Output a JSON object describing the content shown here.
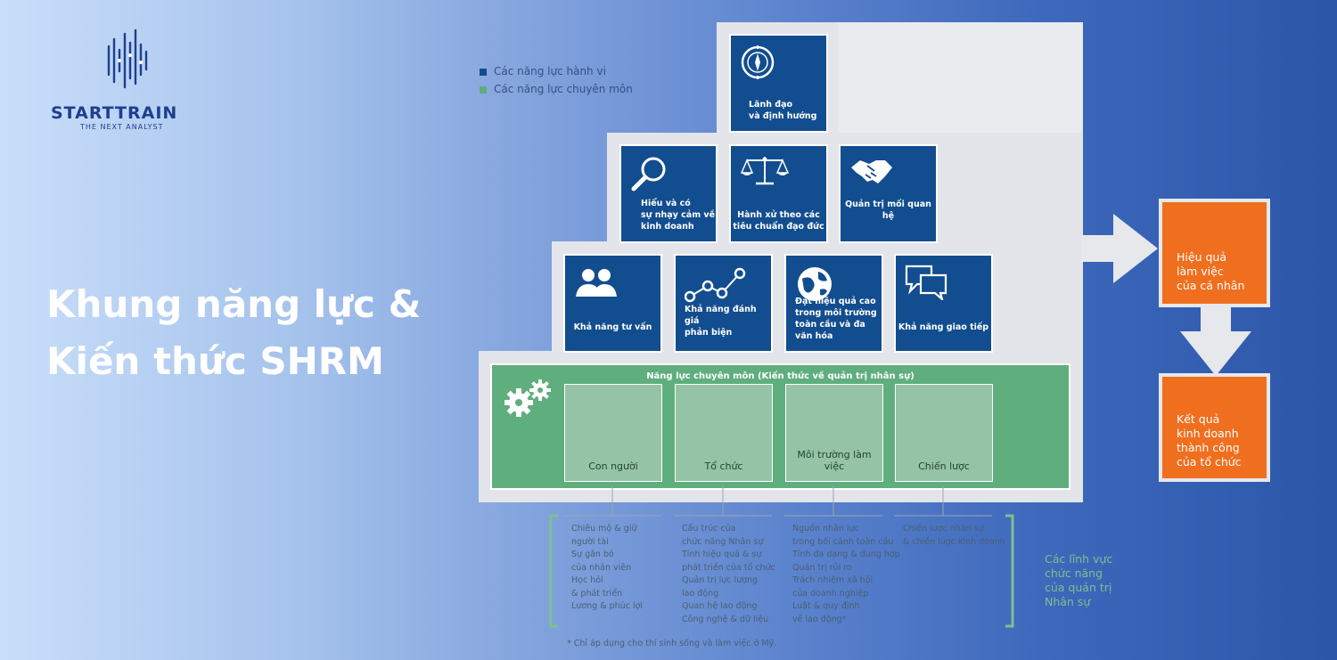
{
  "brand": {
    "name": "STARTTRAIN",
    "tagline": "THE NEXT ANALYST"
  },
  "title": {
    "line1": "Khung năng lực &",
    "line2": "Kiến thức SHRM"
  },
  "legend": [
    {
      "label": "Các năng lực hành vi",
      "color": "#124d8f"
    },
    {
      "label": "Các năng lực chuyên môn",
      "color": "#5fae7e"
    }
  ],
  "behavioral": {
    "top": {
      "label_lines": [
        "Lãnh đạo",
        "và định hướng"
      ],
      "icon": "compass-icon"
    },
    "middle": [
      {
        "label_lines": [
          "Hiểu và có",
          "sự nhạy cảm về",
          "kinh doanh"
        ],
        "icon": "magnifier-icon"
      },
      {
        "label_lines": [
          "Hành xử theo các",
          "tiêu chuẩn đạo đức"
        ],
        "icon": "scales-icon"
      },
      {
        "label_lines": [
          "Quản trị mối quan hệ"
        ],
        "icon": "handshake-icon"
      }
    ],
    "bottom": [
      {
        "label_lines": [
          "Khả năng tư vấn"
        ],
        "icon": "people-icon"
      },
      {
        "label_lines": [
          "Khả năng đánh giá",
          "phản biện"
        ],
        "icon": "network-icon"
      },
      {
        "label_lines": [
          "Đạt hiệu quả cao",
          "trong môi trường",
          "toàn cầu và đa văn hóa"
        ],
        "icon": "globe-icon"
      },
      {
        "label_lines": [
          "Khả năng giao tiếp"
        ],
        "icon": "chat-icon"
      }
    ]
  },
  "technical": {
    "title": "Năng lực chuyên môn (Kiến thức về quản trị nhân sự)",
    "icon": "gears-icon",
    "domains": [
      {
        "label": "Con người",
        "items": [
          "Chiêu mộ & giữ",
          "người tài",
          "Sự gắn bó",
          "của nhân viên",
          "Học hỏi",
          "& phát triển",
          "Lương & phúc lợi"
        ]
      },
      {
        "label": "Tổ chức",
        "items": [
          "Cấu trúc của",
          "chức năng Nhân sự",
          "Tính hiệu quả & sự",
          "phát triển của tổ chức",
          "Quản trị lực lượng",
          "lao động",
          "Quan hệ lao động",
          "Công nghệ & dữ liệu"
        ]
      },
      {
        "label": "Môi trường làm việc",
        "items": [
          "Nguồn nhân lực",
          "trong bối cảnh toàn cầu",
          "Tính đa dạng & dung hợp",
          "Quản trị rủi ro",
          "Trách nhiệm xã hội",
          "của doanh nghiệp",
          "Luật & quy định",
          "về lao động*"
        ]
      },
      {
        "label": "Chiến lược",
        "items": [
          "Chiến lược nhân sự",
          "& chiến lược kinh doanh"
        ]
      }
    ]
  },
  "functional_label": [
    "Các lĩnh vực",
    "chức năng",
    "của quản trị",
    "Nhân sự"
  ],
  "outcomes": [
    {
      "lines": [
        "Hiệu quả",
        "làm việc",
        "của cá nhân"
      ],
      "color": "#f06f1f"
    },
    {
      "lines": [
        "Kết quả",
        "kinh doanh",
        "thành công",
        "của tổ chức"
      ],
      "color": "#f06f1f"
    }
  ],
  "footnote": "* Chỉ áp dụng cho thí sinh sống và làm việc ở Mỹ."
}
